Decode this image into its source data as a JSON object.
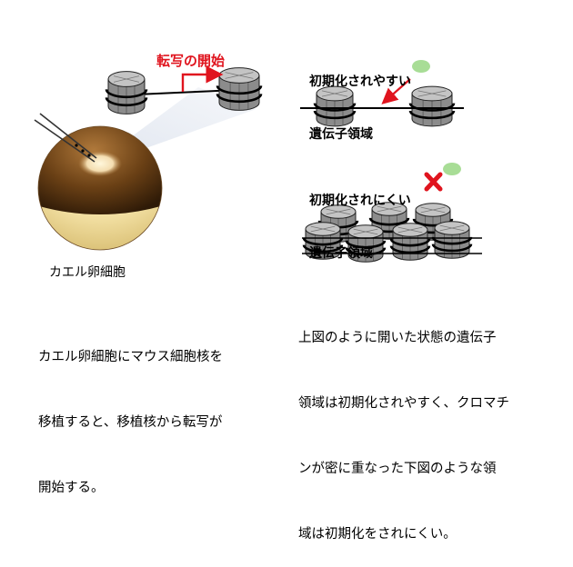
{
  "left": {
    "transcription_start_label": "転写の開始",
    "egg_label": "カエル卵細胞",
    "caption_lines": [
      "カエル卵細胞にマウス細胞核を",
      "移植すると、移植核から転写が",
      "開始する。"
    ]
  },
  "right": {
    "easy_label_lines": [
      "初期化されやすい",
      "遺伝子領域"
    ],
    "hard_label_lines": [
      "初期化されにくい",
      "遺伝子領域"
    ],
    "caption_lines": [
      "上図のように開いた状態の遺伝子",
      "領域は初期化されやすく、クロマチ",
      "ンが密に重なった下図のような領",
      "域は初期化をされにくい。"
    ]
  },
  "colors": {
    "arrow_red": "#e0141e",
    "nucleosome_fill": "#8c8c8c",
    "nucleosome_top": "#c4c4c4",
    "factor_green": "#a8dd96",
    "egg_brown": "#5a3510",
    "egg_cream": "#f3e3a8"
  }
}
